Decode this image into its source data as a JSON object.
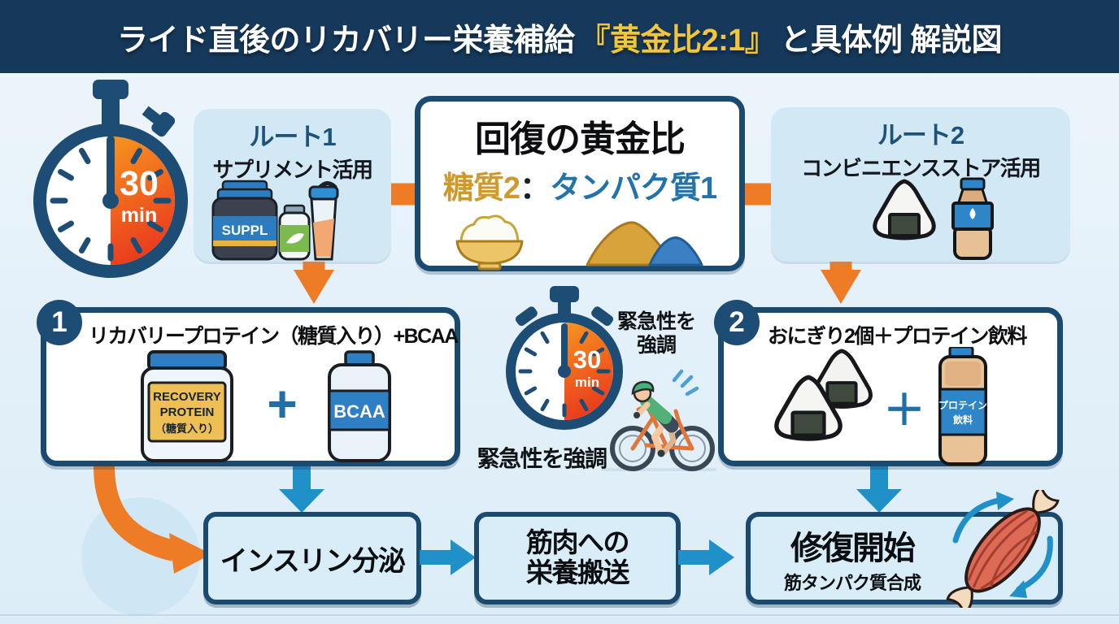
{
  "header": {
    "title_prefix": "ライド直後のリカバリー栄養補給",
    "title_highlight": "『黄金比2:1』",
    "title_suffix": "と具体例 解説図"
  },
  "timer_left": {
    "value": "30",
    "unit": "min"
  },
  "timer_center": {
    "value": "30",
    "unit": "min"
  },
  "route1": {
    "title": "ルート1",
    "subtitle": "サプリメント活用",
    "jar_label": "SUPPL"
  },
  "golden_box": {
    "title": "回復の黄金比",
    "carb": "糖質2",
    "colon": "：",
    "protein": "タンパク質1"
  },
  "route2": {
    "title": "ルート2",
    "subtitle": "コンビニエンスストア活用"
  },
  "box1": {
    "number": "1",
    "title": "リカバリープロテイン（糖質入り）+BCAA",
    "jar_line1": "RECOVERY",
    "jar_line2": "PROTEIN",
    "jar_line3": "（糖質入り）",
    "plus": "+",
    "bcaa": "BCAA"
  },
  "urgency": {
    "side_line1": "緊急性を",
    "side_line2": "強調",
    "bottom": "緊急性を強調"
  },
  "box2": {
    "number": "2",
    "title": "おにぎり2個＋プロテイン飲料",
    "plus": "＋",
    "drink_line1": "プロテイン",
    "drink_line2": "飲料"
  },
  "flow": {
    "insulin": "インスリン分泌",
    "transport_line1": "筋肉への",
    "transport_line2": "栄養搬送",
    "repair_title": "修復開始",
    "repair_subtitle": "筋タンパク質合成"
  },
  "colors": {
    "header_bg": "#16395b",
    "highlight_yellow": "#f3c53d",
    "navy": "#1d4d74",
    "accent_orange": "#ee7b26",
    "accent_blue": "#2090c8",
    "gold_text": "#cf9a2d",
    "blue_text": "#2373ab",
    "panel_blue": "#d2e8f5",
    "flow_box_fill": "#d9edf8"
  },
  "icons": [
    "stopwatch-30min-icon",
    "supplement-jar-icon",
    "green-bottle-icon",
    "shaker-icon",
    "rice-bowl-icon",
    "powder-piles-icon",
    "onigiri-icon",
    "water-bottle-icon",
    "recovery-protein-jar-icon",
    "bcaa-bottle-icon",
    "cyclist-icon",
    "muscle-icon"
  ]
}
